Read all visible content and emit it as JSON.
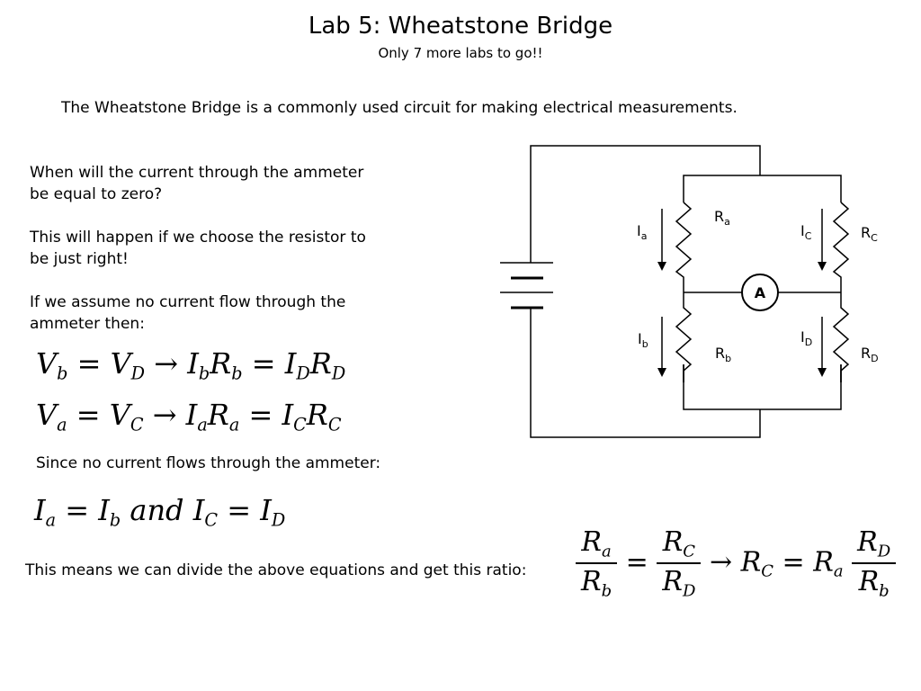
{
  "slide": {
    "title": "Lab 5:  Wheatstone Bridge",
    "subtitle": "Only 7 more labs to go!!",
    "intro": "The Wheatstone Bridge is a commonly used circuit for making electrical measurements.",
    "question_lines": [
      "When will the current through the ammeter",
      "be equal to zero?"
    ],
    "answer_lines": [
      "This will happen if we choose the resistor to",
      "be just right!"
    ],
    "assume_lines": [
      "If we assume no current flow through the",
      "ammeter then:"
    ],
    "since_text": "Since no current flows through the ammeter:",
    "ratio_text": "This means we can divide the above equations and get this ratio:"
  },
  "equations": {
    "eq1": {
      "l1": "V",
      "l1s": "b",
      "l2": "V",
      "l2s": "D",
      "arrow": "→",
      "r1": "I",
      "r1s": "b",
      "r2": "R",
      "r2s": "b",
      "r3": "I",
      "r3s": "D",
      "r4": "R",
      "r4s": "D"
    },
    "eq2": {
      "l1": "V",
      "l1s": "a",
      "l2": "V",
      "l2s": "C",
      "arrow": "→",
      "r1": "I",
      "r1s": "a",
      "r2": "R",
      "r2s": "a",
      "r3": "I",
      "r3s": "C",
      "r4": "R",
      "r4s": "C"
    },
    "eq3": {
      "a": "I",
      "as": "a",
      "b": "I",
      "bs": "b",
      "and": "and",
      "c": "I",
      "cs": "C",
      "d": "I",
      "ds": "D"
    },
    "ratio": {
      "n1": "R",
      "n1s": "a",
      "d1": "R",
      "d1s": "b",
      "n2": "R",
      "n2s": "C",
      "d2": "R",
      "d2s": "D",
      "arrow": "→",
      "lhs": "R",
      "lhss": "C",
      "m": "R",
      "ms": "a",
      "n3": "R",
      "n3s": "D",
      "d3": "R",
      "d3s": "b"
    },
    "equals": "="
  },
  "circuit": {
    "ammeter": "A",
    "labels": {
      "Ia": {
        "main": "I",
        "sub": "a"
      },
      "Ib": {
        "main": "I",
        "sub": "b"
      },
      "IC": {
        "main": "I",
        "sub": "C"
      },
      "ID": {
        "main": "I",
        "sub": "D"
      },
      "Ra": {
        "main": "R",
        "sub": "a"
      },
      "Rb": {
        "main": "R",
        "sub": "b"
      },
      "RC": {
        "main": "R",
        "sub": "C"
      },
      "RD": {
        "main": "R",
        "sub": "D"
      }
    }
  }
}
